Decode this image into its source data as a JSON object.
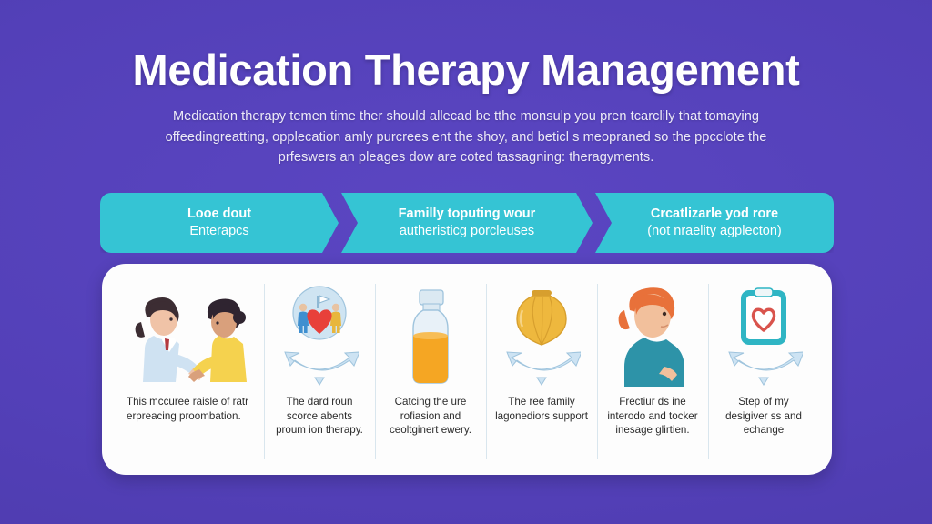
{
  "theme": {
    "background": "#5340b8",
    "banner_teal": "#35c4d4",
    "card_white": "#fdfdfd",
    "title_color": "#ffffff",
    "caption_color": "#2b2b2b",
    "divider": "#d9e6ee",
    "heart_red": "#e8403a",
    "bottle_orange": "#f5a623",
    "vase_gold": "#e8b63c",
    "swoosh_blue": "#b9d8ef",
    "sweater_teal": "#2d93a8",
    "hair_orange": "#e8713a",
    "coat_blue": "#cfe2f2",
    "shirt_yellow": "#f5d24e"
  },
  "header": {
    "title": "Medication Therapy Management",
    "subtitle_lines": [
      "Medication therapy temen time ther should allecad be tthe monsulp you pren tcarclily that tomaying",
      "offeedingreatting, opplecation amly purcrees ent the shoy, and beticl s meopraned so the ppcclote the",
      "prfeswers an pleages dow are coted tassagning: theragyments."
    ]
  },
  "banners": [
    {
      "name": "banner-1",
      "line1": "Looe dout",
      "line2": "Enterapcs"
    },
    {
      "name": "banner-2",
      "line1": "Familly toputing wour",
      "line2": "autheristicg porcleuses"
    },
    {
      "name": "banner-3",
      "line1": "Crcatlizarle yod rore",
      "line2": "(not nraelity agplecton)"
    }
  ],
  "card": {
    "columns": [
      {
        "icon": "pharmacist-patient-consultation-icon",
        "caption": "This mccuree raisle of ratr erpreacing proombation."
      },
      {
        "icon": "heart-people-circle-icon",
        "caption": "The dard roun scorce abents proum ion therapy."
      },
      {
        "icon": "medicine-bottle-icon",
        "caption": "Catcing the ure rofiasion and ceoltginert ewery."
      },
      {
        "icon": "gold-vase-icon",
        "caption": "The ree family lagonediors support"
      },
      {
        "icon": "woman-profile-icon",
        "caption": "Frectiur ds ine interodo and tocker inesage glirtien."
      },
      {
        "icon": "clipboard-heart-icon",
        "caption": "Step of my desigiver ss and echange"
      }
    ]
  }
}
